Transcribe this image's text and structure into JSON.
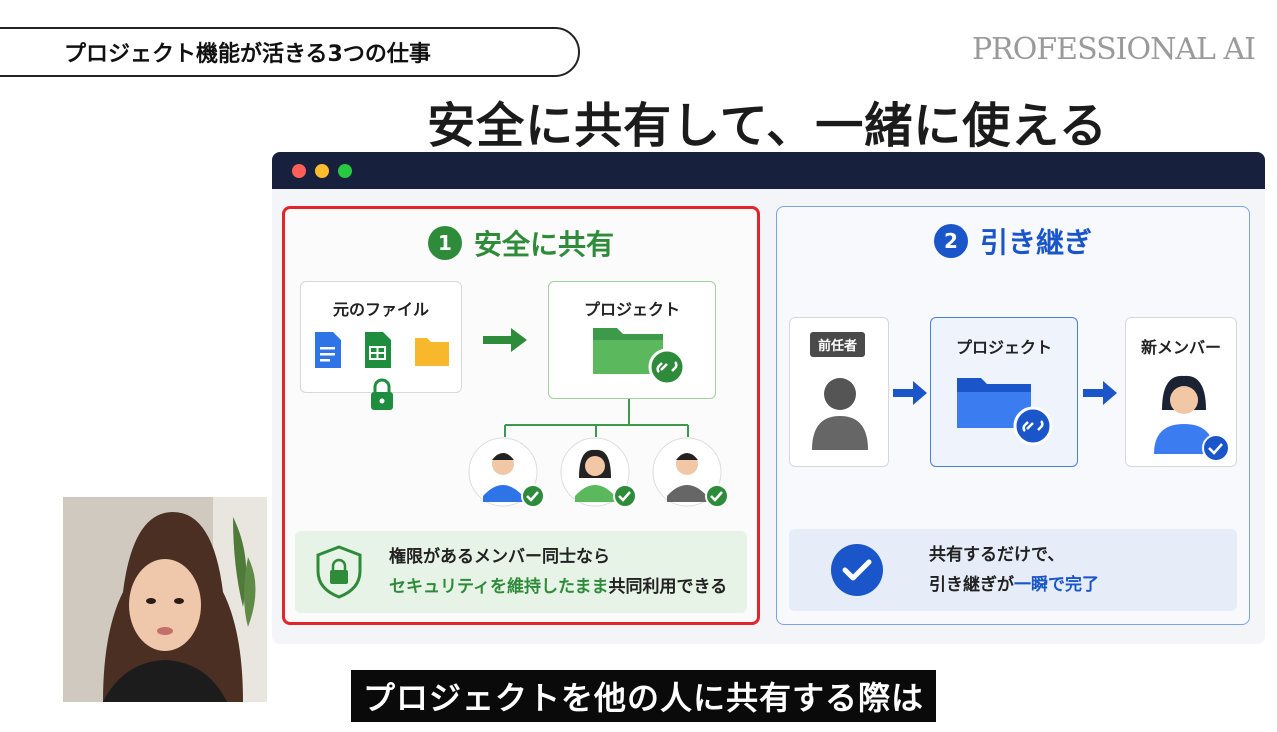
{
  "header": {
    "topic": "プロジェクト機能が活きる3つの仕事",
    "brand": "PROFESSIONAL AI"
  },
  "slide": {
    "title": "安全に共有して、一緒に使える",
    "left_panel": {
      "number": "1",
      "heading": "安全に共有",
      "source_label": "元のファイル",
      "project_label": "プロジェクト",
      "callout_line1": "権限があるメンバー同士なら",
      "callout_highlight": "セキュリティを維持したまま",
      "callout_rest": "共同利用できる",
      "accent": "#2e8b3a"
    },
    "right_panel": {
      "number": "2",
      "heading": "引き継ぎ",
      "predecessor_label": "前任者",
      "project_label": "プロジェクト",
      "new_member_label": "新メンバー",
      "callout_line1": "共有するだけで、",
      "callout_prefix": "引き継ぎが",
      "callout_highlight": "一瞬で完了",
      "accent": "#1a56c9"
    }
  },
  "subtitle": "プロジェクトを他の人に共有する際は",
  "icons": [
    "docs-icon",
    "sheets-icon",
    "folder-icon",
    "lock-icon",
    "arrow-icon",
    "link-icon",
    "user-icon",
    "check-badge-icon",
    "shield-lock-icon",
    "check-circle-icon"
  ]
}
